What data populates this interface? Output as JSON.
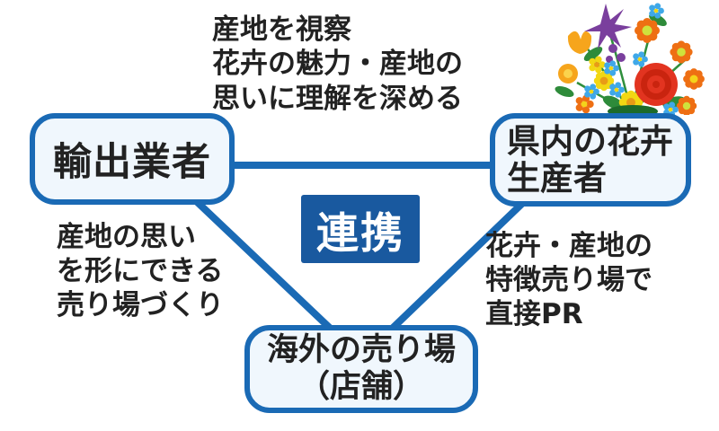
{
  "theme": {
    "background": "#ffffff",
    "line_blue": "#1a6ab5",
    "box_border": "#1a6ab5",
    "box_fill": "#f0f7fd",
    "center_fill": "#19599f",
    "center_text": "#ffffff",
    "text_color": "#222222"
  },
  "diagram": {
    "nodes": {
      "exporter": {
        "lines": [
          "輸出業者"
        ]
      },
      "producer": {
        "lines": [
          "県内の花卉",
          "生産者"
        ]
      },
      "overseas": {
        "lines": [
          "海外の売り場",
          "（店舗）"
        ]
      },
      "center": {
        "label": "連携"
      }
    },
    "annotations": {
      "top": {
        "lines": [
          "産地を視察",
          "花卉の魅力・産地の",
          "思いに理解を深める"
        ]
      },
      "left": {
        "lines": [
          "産地の思い",
          "を形にできる",
          "売り場づくり"
        ]
      },
      "right": {
        "lines": [
          "花卉・産地の",
          "特徴売り場で",
          "直接PR"
        ]
      }
    },
    "icons": {
      "bouquet": "flower-bouquet-icon"
    }
  }
}
